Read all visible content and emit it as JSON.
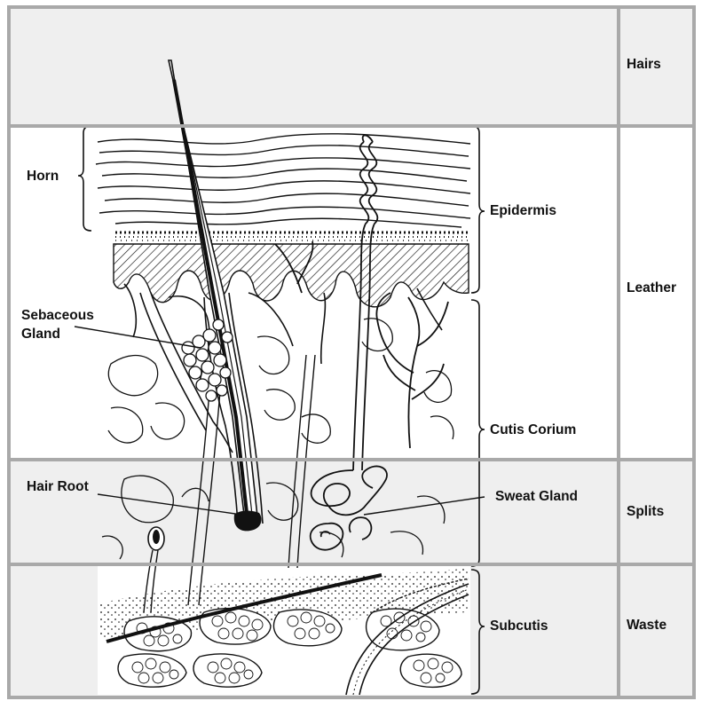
{
  "layers": [
    {
      "label": "Hairs",
      "shaded": true
    },
    {
      "label": "Leather",
      "shaded": false
    },
    {
      "label": "Splits",
      "shaded": true
    },
    {
      "label": "Waste",
      "shaded": true
    }
  ],
  "structures": {
    "horn": "Horn",
    "epidermis": "Epidermis",
    "sebaceous_gland_line1": "Sebaceous",
    "sebaceous_gland_line2": "Gland",
    "cutis_corium": "Cutis Corium",
    "hair_root": "Hair Root",
    "sweat_gland": "Sweat Gland",
    "subcutis": "Subcutis"
  },
  "colors": {
    "band_fill": "#efefef",
    "grid": "#a9a9a9",
    "ink": "#111111"
  }
}
